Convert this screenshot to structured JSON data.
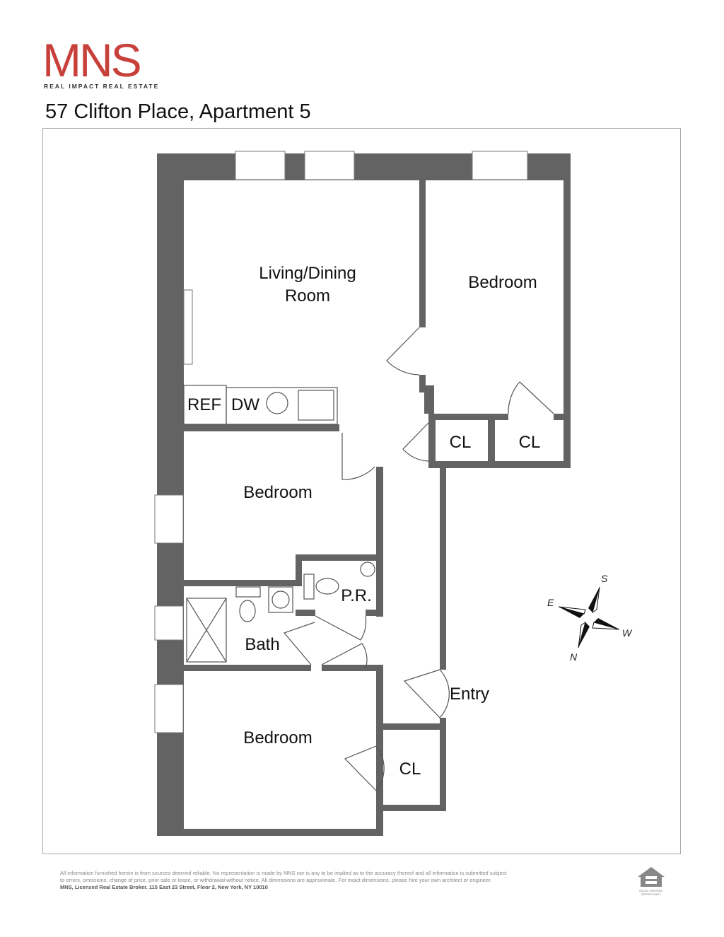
{
  "brand": {
    "name": "MNS",
    "tagline": "REAL IMPACT REAL ESTATE",
    "color": "#c8403a"
  },
  "title": "57 Clifton Place, Apartment 5",
  "rooms": {
    "living": [
      "Living/Dining",
      "Room"
    ],
    "bedroom_ne": "Bedroom",
    "ref": "REF",
    "dw": "DW",
    "cl1": "CL",
    "cl2": "CL",
    "bedroom_mid": "Bedroom",
    "pr": "P.R.",
    "bath": "Bath",
    "entry": "Entry",
    "bedroom_s": "Bedroom",
    "cl3": "CL"
  },
  "compass": {
    "n": "N",
    "s": "S",
    "e": "E",
    "w": "W"
  },
  "footer": {
    "line1": "All information furnished herein is from sources deemed reliable. No representation is made by MNS nor is any to be implied as to the accuracy thereof and all information is submitted subject",
    "line2": "to errors, omissions, change of price, prior sale or lease, or withdrawal without notice. All dimensions are approximate. For exact dimensions, please hire your own architect or engineer.",
    "line3": "MNS, Licensed Real Estate Broker. 115 East 23 Street, Floor 2, New York, NY 10010",
    "eho": "EQUAL HOUSING OPPORTUNITY"
  },
  "colors": {
    "wall": "#636363"
  }
}
